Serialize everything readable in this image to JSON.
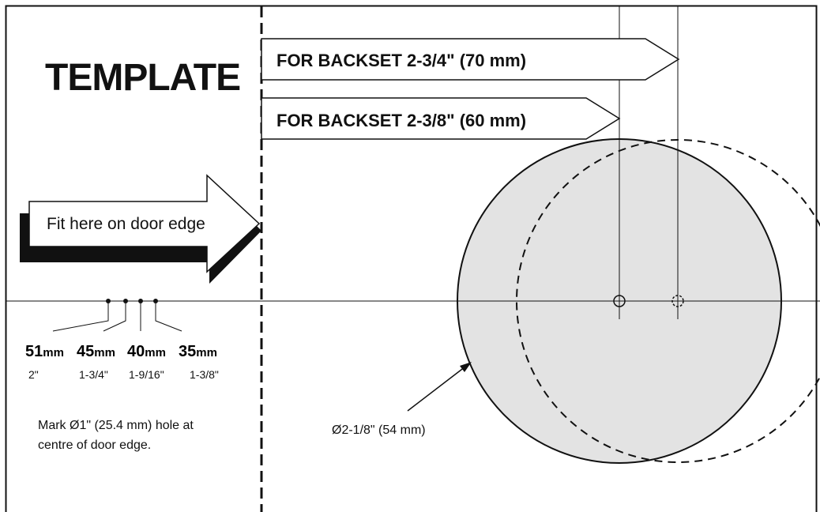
{
  "title": "TEMPLATE",
  "backset_banners": [
    {
      "label": "FOR BACKSET 2-3/4\" (70 mm)"
    },
    {
      "label": "FOR BACKSET 2-3/8\" (60 mm)"
    }
  ],
  "door_edge_arrow": {
    "label": "Fit here on door edge"
  },
  "edge_marks": [
    {
      "mm": "51",
      "unit": "mm",
      "inch": "2\""
    },
    {
      "mm": "45",
      "unit": "mm",
      "inch": "1-3/4\""
    },
    {
      "mm": "40",
      "unit": "mm",
      "inch": "1-9/16\""
    },
    {
      "mm": "35",
      "unit": "mm",
      "inch": "1-3/8\""
    }
  ],
  "edge_note": {
    "line1": "Mark Ø1\" (25.4 mm) hole at",
    "line2": "centre of door edge."
  },
  "diameter_label": "Ø2-1/8\" (54 mm)",
  "colors": {
    "ink": "#111111",
    "circle_fill": "#e3e3e3",
    "paper": "#ffffff"
  }
}
